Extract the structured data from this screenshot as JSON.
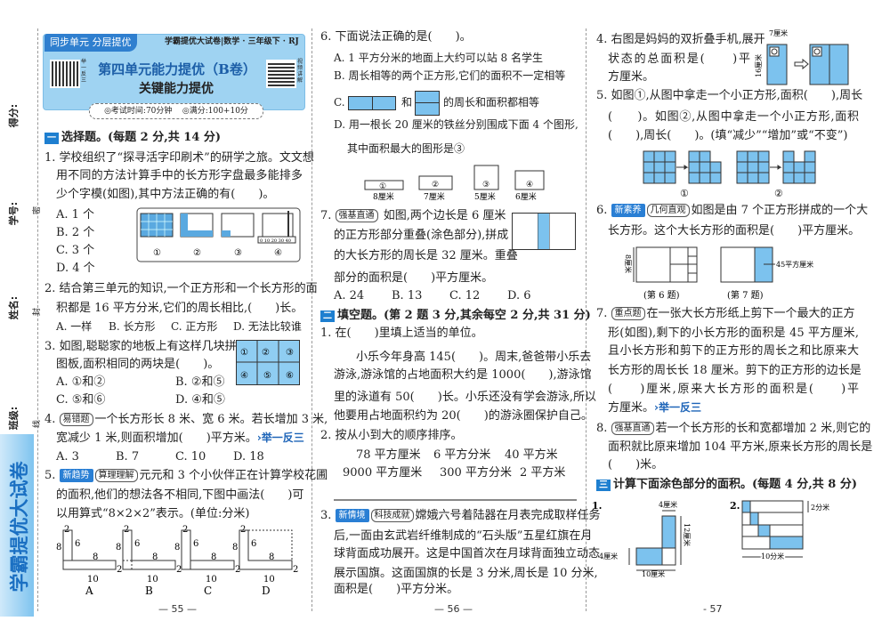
{
  "margin": {
    "score": "得分:",
    "id": "学号:",
    "name": "姓名:",
    "class": "班级:",
    "seal": [
      "密",
      "封",
      "线"
    ],
    "brand": "学霸提优大试卷"
  },
  "header": {
    "tag": "同步单元 分层提优",
    "series": "学霸提优大试卷|数学 · 三年级下 · RJ",
    "title": "第四单元能力提优（B卷）",
    "subtitle": "关键能力提优",
    "time": "◎考试时间:70分钟",
    "score": "◎满分:100+10分",
    "qr_left": "举一反三",
    "qr_right": "视频讲解"
  },
  "s1": {
    "num": "一",
    "title": "选择题。(每题 2 分,共 14 分)"
  },
  "q1": {
    "l1": "1. 学校组织了“探寻活字印刷术”的研学之旅。文文想",
    "l2": "用不同的方法计算手中的长方形字盘最多能排多",
    "l3": "少个字模(如图),其中方法正确的有(　　)。",
    "opts": [
      "A. 1 个",
      "B. 2 个",
      "C. 3 个",
      "D. 4 个"
    ],
    "fig": [
      "①",
      "②",
      "③",
      "④"
    ],
    "ruler": "0 10 20 30 40"
  },
  "q2": {
    "l1": "2. 结合第三单元的知识,一个正方形和一个长方形的面",
    "l2": "积都是 16 平方分米,它们的周长相比,(　　)长。",
    "opts": [
      "A. 一样",
      "B. 长方形",
      "C. 正方形",
      "D. 无法比较谁"
    ]
  },
  "q3": {
    "l1": "3. 如图,聪聪家的地板上有这样几块拼",
    "l2": "图板,面积相同的两块是(　　)。",
    "opts": [
      "A. ①和②",
      "B. ②和⑤",
      "C. ⑤和⑥",
      "D. ④和⑤"
    ],
    "pieces": [
      "①",
      "②",
      "③",
      "④",
      "⑤",
      "⑥"
    ]
  },
  "q4": {
    "num": "4.",
    "tag": "易错题",
    "l1": "一个长方形长 8 米、宽 6 米。若长增加 3 米,",
    "l2": "宽减少 1 米,则面积增加(　　)平方米。",
    "link": "›举一反三",
    "opts": [
      "A. 3",
      "B. 7",
      "C. 10",
      "D. 18"
    ]
  },
  "q5": {
    "num": "5.",
    "tag1": "新趋势",
    "tag2": "算理理解",
    "l1": "元元和 3 个小伙伴正在计算学校花圃",
    "l2": "的面积,他们的想法各不相同,下图中画法(　　)可",
    "l3": "以用算式“8×2×2”表示。(单位:分米)",
    "dims": [
      "2",
      "8",
      "6",
      "8",
      "2",
      "10"
    ],
    "labels": [
      "A",
      "B",
      "C",
      "D"
    ]
  },
  "page_left": "— 55 —",
  "q6": {
    "l0": "6. 下面说法正确的是(　　)。",
    "a": "A. 1 平方分米的地面上大约可以站 8 名学生",
    "b": "B. 周长相等的两个正方形,它们的面积不一定相等",
    "c1": "C.",
    "c2": "和",
    "c3": "的周长和面积都相等",
    "d1": "D. 用一根长 20 厘米的铁丝分别围成下面 4 个图形,",
    "d2": "其中面积最大的图形是③",
    "shapes": [
      "①",
      "②",
      "③",
      "④"
    ],
    "shape_labels": [
      "8厘米",
      "7厘米",
      "5厘米",
      "6厘米"
    ]
  },
  "q7": {
    "num": "7.",
    "tag": "强基直通",
    "l1": "如图,两个边长是 6 厘米",
    "l2": "的正方形部分重叠(涂色部分),拼成",
    "l3": "的大长方形的周长是 32 厘米。重叠",
    "l4": "部分的面积是(　　)平方厘米。",
    "opts": [
      "A. 24",
      "B. 13",
      "C. 12",
      "D. 6"
    ]
  },
  "s2": {
    "num": "二",
    "title": "填空题。(第 2 题 3 分,其余每空 2 分,共 31 分)"
  },
  "f1": {
    "l0": "1. 在(　　)里填上适当的单位。",
    "l1": "小乐今年身高 145(　　)。周末,爸爸带小乐去",
    "l2": "游泳,游泳馆的占地面积大约是 1000(　　),游泳馆",
    "l3": "里的泳道有 50(　　)长。小乐还没有学会游泳,所以",
    "l4": "他要用占地面积约为 20(　　)的游泳圈保护自己。"
  },
  "f2": {
    "l0": "2. 按从小到大的顺序排序。",
    "row1": [
      "78 平方厘米",
      "6 平方分米",
      "40 平方米"
    ],
    "row2": [
      "9000 平方厘米",
      "300 平方分米",
      "2 平方米"
    ]
  },
  "f3": {
    "num": "3.",
    "tag1": "新情境",
    "tag2": "科技成就",
    "l1": "嫦娥六号着陆器在月表完成取样任务",
    "l2": "后,一面由玄武岩纤维制成的“石头版”五星红旗在月",
    "l3": "球背面成功展开。这是中国首次在月球背面独立动态",
    "l4": "展示国旗。这面国旗的长是 3 分米,周长是 10 分米,",
    "l5": "面积是(　　)平方分米。"
  },
  "page_mid": "— 56 —",
  "f4": {
    "l1": "4. 右图是妈妈的双折叠手机,展开",
    "l2": "状态的总面积是(　　)平",
    "l3": "方厘米。",
    "w": "7厘米",
    "h": "16厘米"
  },
  "f5": {
    "l1": "5. 如图①,从图中拿走一个小正方形,面积(　　),周长",
    "l2": "(　　)。如图②,从图中拿走一个小正方形,面积",
    "l3": "(　　),周长(　　)。(填“减少”“增加”或“不变”)",
    "labels": [
      "①",
      "②"
    ]
  },
  "f6": {
    "num": "6.",
    "tag1": "新素养",
    "tag2": "几何直观",
    "l1": "如图是由 7 个正方形拼成的一个大",
    "l2": "长方形。这个大长方形的面积是(　　)平方厘米。",
    "h": "8厘米",
    "area": "45平方厘米",
    "cap6": "(第 6 题)",
    "cap7": "(第 7 题)"
  },
  "f7": {
    "num": "7.",
    "tag": "重点题",
    "l1": "在一张大长方形纸上剪下一个最大的正方",
    "l2": "形(如图),剩下的小长方形的面积是 45 平方厘米,",
    "l3": "且小长方形和剪下的正方形的周长之和比原来大",
    "l4": "长方形的周长长 18 厘米。剪下的正方形的边长是",
    "l5": "(　　)厘米,原来大长方形的面积是(　　)平",
    "l6": "方厘米。",
    "link": "›举一反三"
  },
  "f8": {
    "num": "8.",
    "tag": "强基直通",
    "l1": "若一个长方形的长和宽都增加 2 米,则它的",
    "l2": "面积就比原来增加 104 平方米,原来长方形的周长是",
    "l3": "(　　)米。"
  },
  "s3": {
    "num": "三",
    "title": "计算下面涂色部分的面积。(每题 4 分,共 8 分)"
  },
  "c1": {
    "num": "1.",
    "top": "4厘米",
    "right": "12厘米",
    "left": "4厘米",
    "bottom": "10厘米"
  },
  "c2": {
    "num": "2.",
    "right": "2分米",
    "bottom": "10分米"
  },
  "page_right": "- 57"
}
